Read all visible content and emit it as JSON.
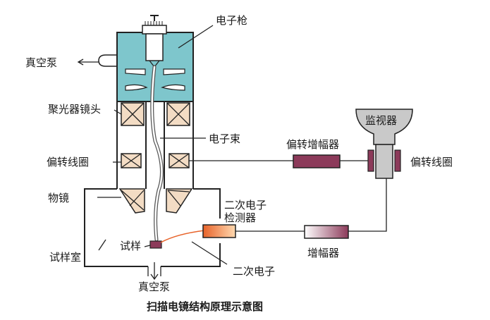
{
  "title": "扫描电镜结构原理示意图",
  "labels": {
    "electron_gun": "电子枪",
    "vacuum_pump_left": "真空泵",
    "condenser_lens": "聚光器镜头",
    "electron_beam": "电子束",
    "deflection_coil_left": "偏转线圈",
    "objective_lens": "物镜",
    "secondary_detector_line1": "二次电子",
    "secondary_detector_line2": "检测器",
    "specimen": "试样",
    "specimen_chamber": "试样室",
    "secondary_electron": "二次电子",
    "vacuum_pump_bottom": "真空泵",
    "deflection_amplifier": "偏转增幅器",
    "monitor": "监视器",
    "deflection_coil_right": "偏转线圈",
    "amplifier": "增幅器"
  },
  "colors": {
    "gun_fill": "#7ec6cc",
    "lens_fill": "#f3dcc4",
    "amplifier_fill": "#8c3a5a",
    "detector_fill": "#e8632a",
    "monitor_fill": "#c9c9c9"
  }
}
